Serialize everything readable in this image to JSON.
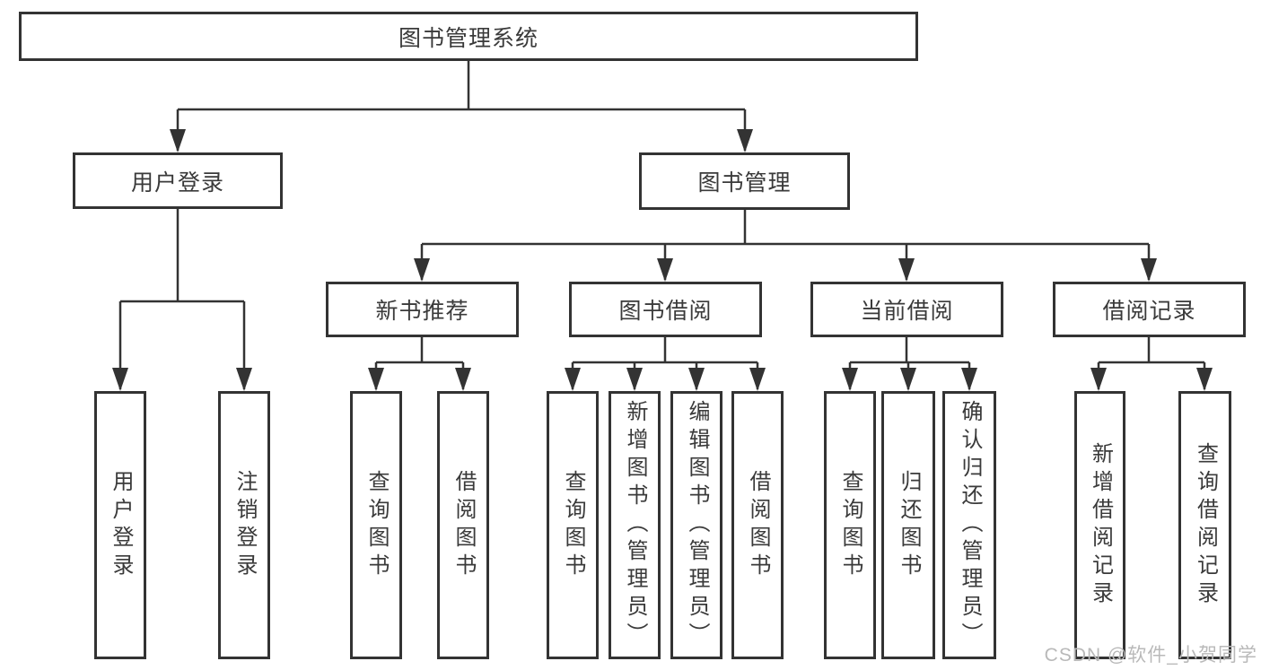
{
  "diagram_title": "图书管理系统",
  "tree": {
    "label": "图书管理系统",
    "children": [
      {
        "label": "用户登录",
        "children": [
          {
            "label": "用户登录"
          },
          {
            "label": "注销登录"
          }
        ]
      },
      {
        "label": "图书管理",
        "children": [
          {
            "label": "新书推荐",
            "children": [
              {
                "label": "查询图书"
              },
              {
                "label": "借阅图书"
              }
            ]
          },
          {
            "label": "图书借阅",
            "children": [
              {
                "label": "查询图书"
              },
              {
                "label": "新增图书（管理员）"
              },
              {
                "label": "编辑图书（管理员）"
              },
              {
                "label": "借阅图书"
              }
            ]
          },
          {
            "label": "当前借阅",
            "children": [
              {
                "label": "查询图书"
              },
              {
                "label": "归还图书"
              },
              {
                "label": "确认归还（管理员）"
              }
            ]
          },
          {
            "label": "借阅记录",
            "children": [
              {
                "label": "新增借阅记录"
              },
              {
                "label": "查询借阅记录"
              }
            ]
          }
        ]
      }
    ]
  },
  "watermark": "CSDN @软件_小贺同学",
  "colors": {
    "line": "#333333",
    "text": "#3a3a3a",
    "background": "#ffffff",
    "watermark": "#b9b9b9"
  }
}
